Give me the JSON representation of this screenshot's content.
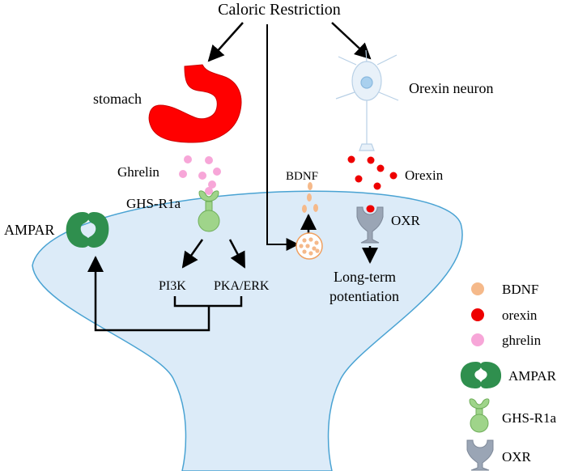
{
  "title": "Caloric Restriction",
  "labels": {
    "stomach": "stomach",
    "ghrelin": "Ghrelin",
    "ghs_r1a": "GHS-R1a",
    "ampar": "AMPAR",
    "pi3k": "PI3K",
    "pka_erk": "PKA/ERK",
    "bdnf": "BDNF",
    "orexin_neuron": "Orexin neuron",
    "orexin": "Orexin",
    "oxr": "OXR",
    "ltp_line1": "Long-term",
    "ltp_line2": "potentiation"
  },
  "legend": {
    "items": [
      {
        "label": "BDNF",
        "icon": "bdnf-dot"
      },
      {
        "label": "orexin",
        "icon": "orexin-dot"
      },
      {
        "label": "ghrelin",
        "icon": "ghrelin-dot"
      },
      {
        "label": "AMPAR",
        "icon": "ampar-receptor"
      },
      {
        "label": "GHS-R1a",
        "icon": "ghs-r1a-receptor"
      },
      {
        "label": "OXR",
        "icon": "oxr-receptor"
      }
    ]
  },
  "colors": {
    "cell_fill": "#dcebf8",
    "cell_stroke": "#4aa3d3",
    "stomach": "#ff0000",
    "ghrelin": "#f7a6d8",
    "orexin": "#ee0000",
    "bdnf": "#f5b98a",
    "ampar": "#2f8f4e",
    "ghs_r1a": "#9fd48a",
    "oxr": "#9aa5b5",
    "neuron": "#e8f1f9",
    "neuron_nucleus": "#a9d0ee"
  }
}
